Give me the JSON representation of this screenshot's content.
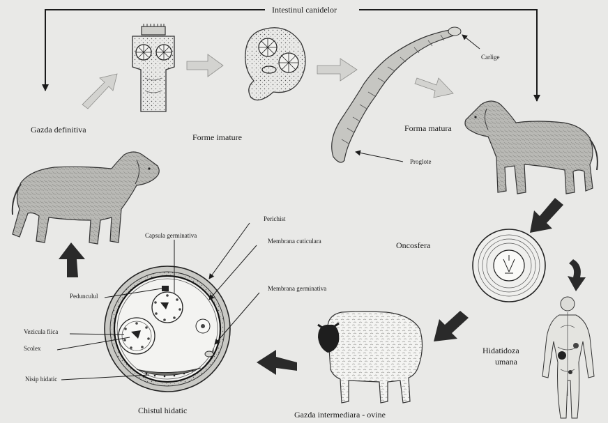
{
  "labels": {
    "top_title": "Intestinul canidelor",
    "definitive_host": "Gazda definitiva",
    "immature_forms": "Forme imature",
    "mature_form": "Forma matura",
    "hooks": "Carlige",
    "proglottid": "Proglote",
    "oncosphere": "Oncosfera",
    "human_hydatidosis_line1": "Hidatidoza",
    "human_hydatidosis_line2": "umana",
    "intermediate_host": "Gazda intermediara - ovine",
    "hydatid_cyst": "Chistul hidatic",
    "pericyst": "Perichist",
    "cuticular_membrane": "Membrana cuticulara",
    "germinal_membrane": "Membrana germinativa",
    "germinal_capsule": "Capsula germinativa",
    "peduncle": "Pedunculul",
    "daughter_vesicle": "Vezicula fiica",
    "scolex": "Scolex",
    "hydatid_sand": "Nisip hidatic"
  },
  "colors": {
    "background": "#e9e9e7",
    "ink": "#1b1b1b",
    "light_arrow": "#cfcfcc",
    "dark_arrow": "#2a2a2a"
  }
}
